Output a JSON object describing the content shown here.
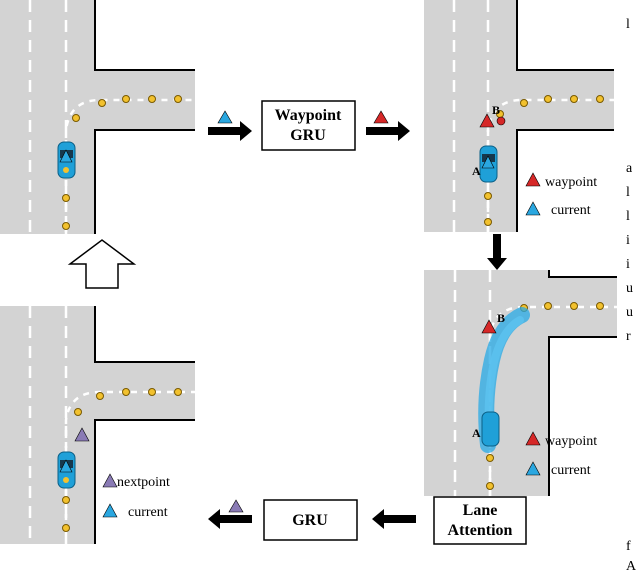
{
  "boxes": {
    "waypoint_gru": {
      "line1": "Waypoint",
      "line2": "GRU"
    },
    "gru": {
      "label": "GRU"
    },
    "lane_attention": {
      "line1": "Lane",
      "line2": "Attention"
    }
  },
  "legend": {
    "waypoint": "waypoint",
    "current": "current",
    "nextpoint": "nextpoint"
  },
  "point_labels": {
    "a": "A",
    "b": "B"
  },
  "edge_text": {
    "right_col": [
      "a",
      "l",
      "l",
      "i",
      "i",
      "u",
      "u",
      "r"
    ],
    "top_right": "l",
    "bottom_right": [
      "f",
      "A"
    ]
  },
  "colors": {
    "road": "#d3d3d3",
    "lane_dash": "#ffffff",
    "waypoint_dot": "#f2c12e",
    "car": "#1fa0d8",
    "triangle_waypoint": "#d62828",
    "triangle_current": "#2aa7e0",
    "triangle_nextpoint": "#8a7bb5"
  }
}
